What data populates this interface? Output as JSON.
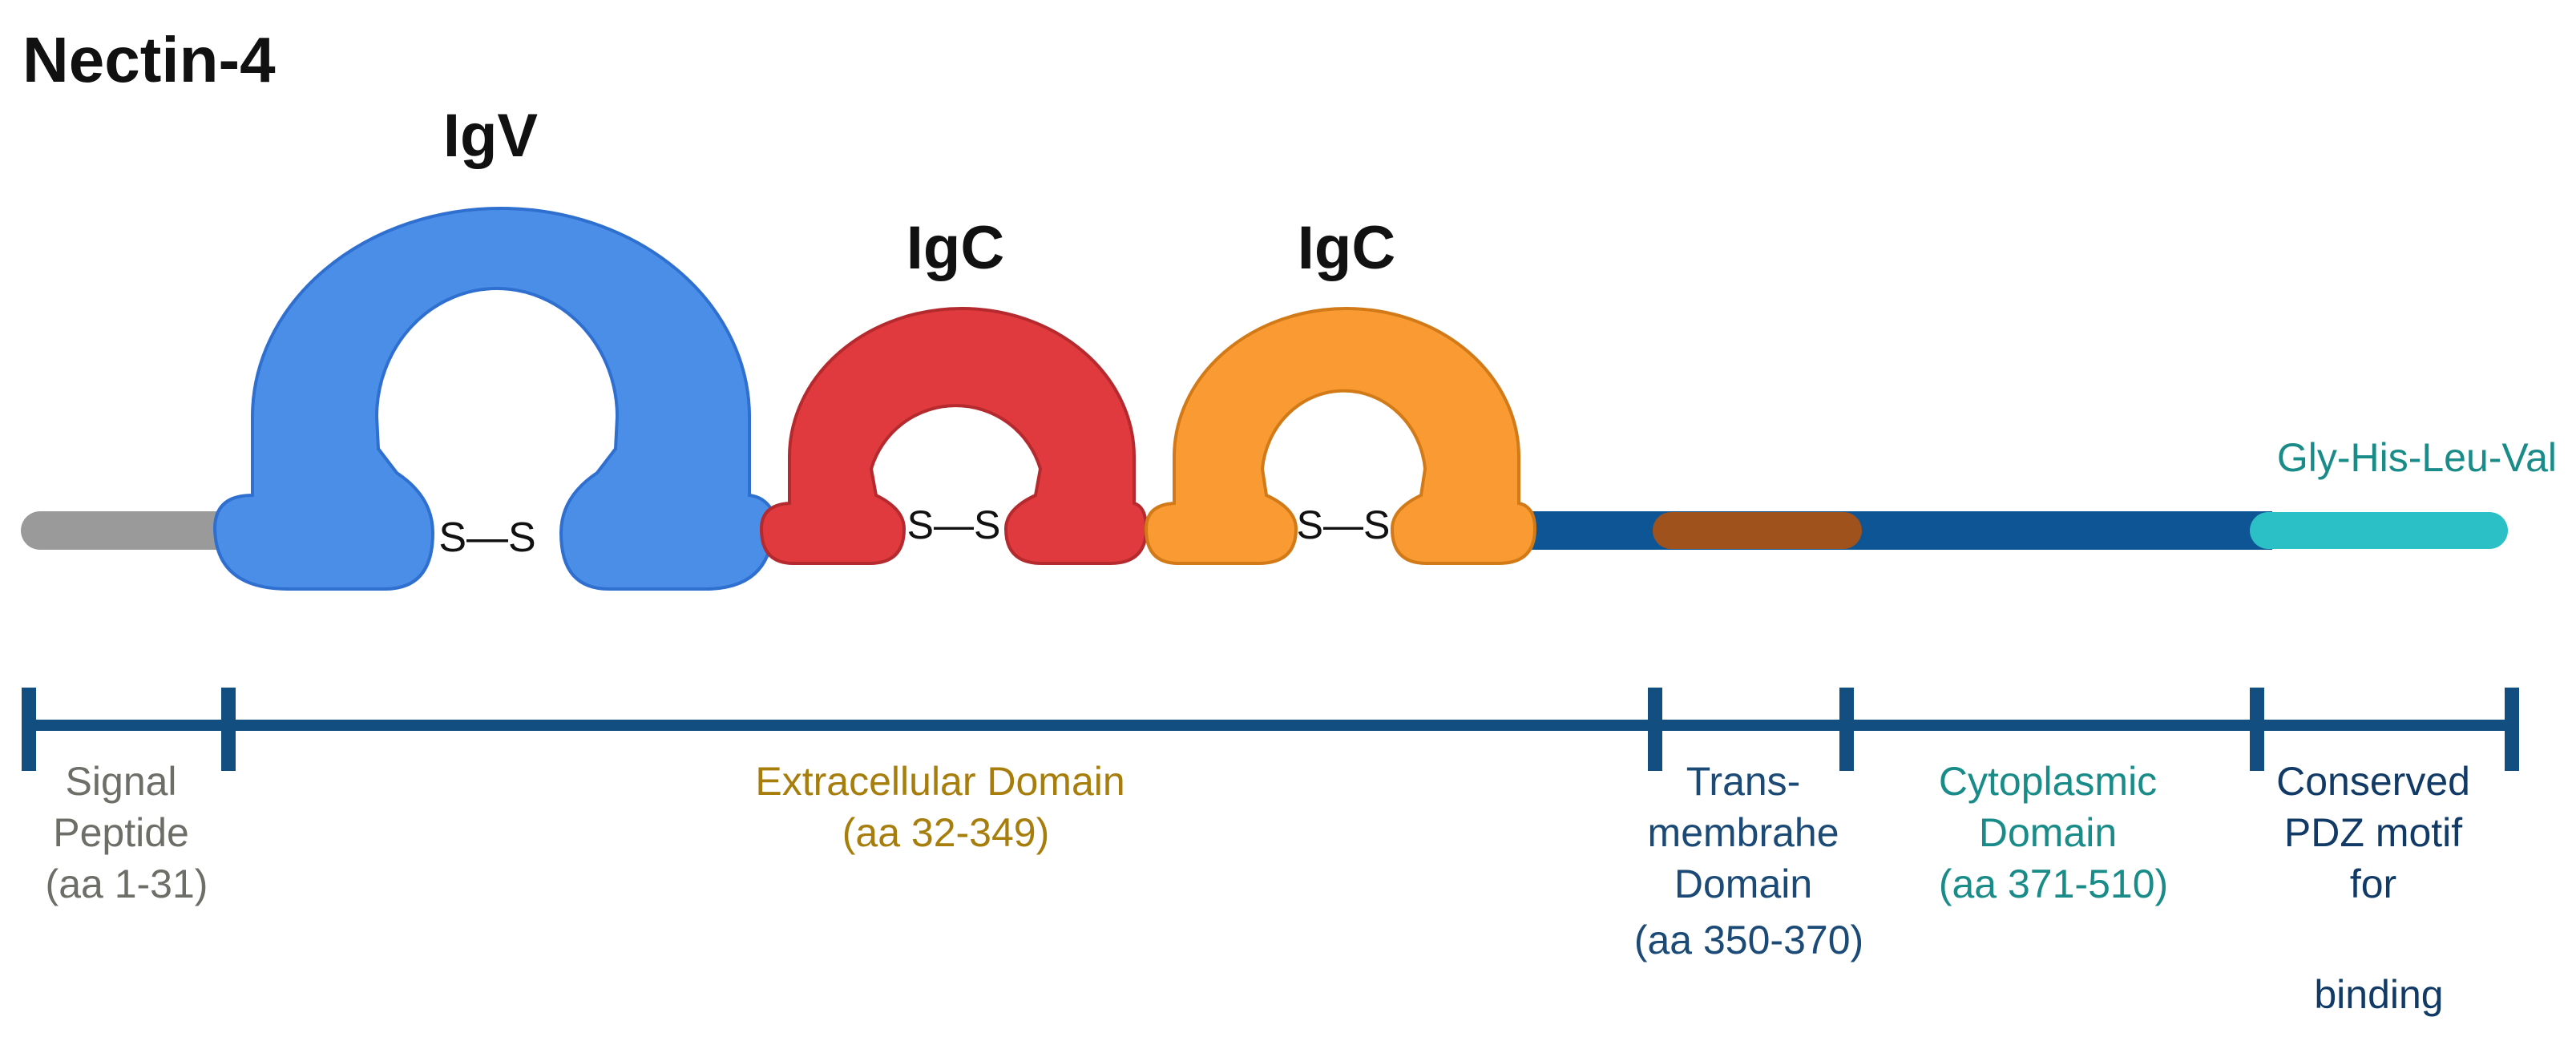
{
  "title": "Nectin-4",
  "domains": [
    {
      "label": "IgV",
      "bond": "S—S",
      "color": "#4a8ee8",
      "stroke": "#2f6fcf"
    },
    {
      "label": "IgC",
      "bond": "S—S",
      "color": "#e03a3e",
      "stroke": "#b52a2e"
    },
    {
      "label": "IgC",
      "bond": "S—S",
      "color": "#f99a32",
      "stroke": "#d27a17"
    }
  ],
  "motif_label": "Gly-His-Leu-Val",
  "colors": {
    "signal_peptide": "#9a9a9a",
    "backbone": "#0e5596",
    "transmembrane": "#a0521d",
    "pdz_motif": "#2bbfc6",
    "scale_bar": "#124f80"
  },
  "regions": [
    {
      "lines": [
        "Signal",
        "Peptide",
        "(aa 1-31)"
      ],
      "color": "#6e6e68"
    },
    {
      "lines": [
        "Extracellular Domain",
        "(aa 32-349)"
      ],
      "color": "#a77d0c"
    },
    {
      "lines": [
        "Trans-",
        "membrahe",
        "Domain",
        "(aa 350-370)"
      ],
      "color": "#1a4a75"
    },
    {
      "lines": [
        "Cytoplasmic",
        "Domain",
        "(aa 371-510)"
      ],
      "color": "#198b88"
    },
    {
      "lines": [
        "Conserved",
        "PDZ motif",
        "for",
        "binding"
      ],
      "color": "#123a66"
    }
  ]
}
